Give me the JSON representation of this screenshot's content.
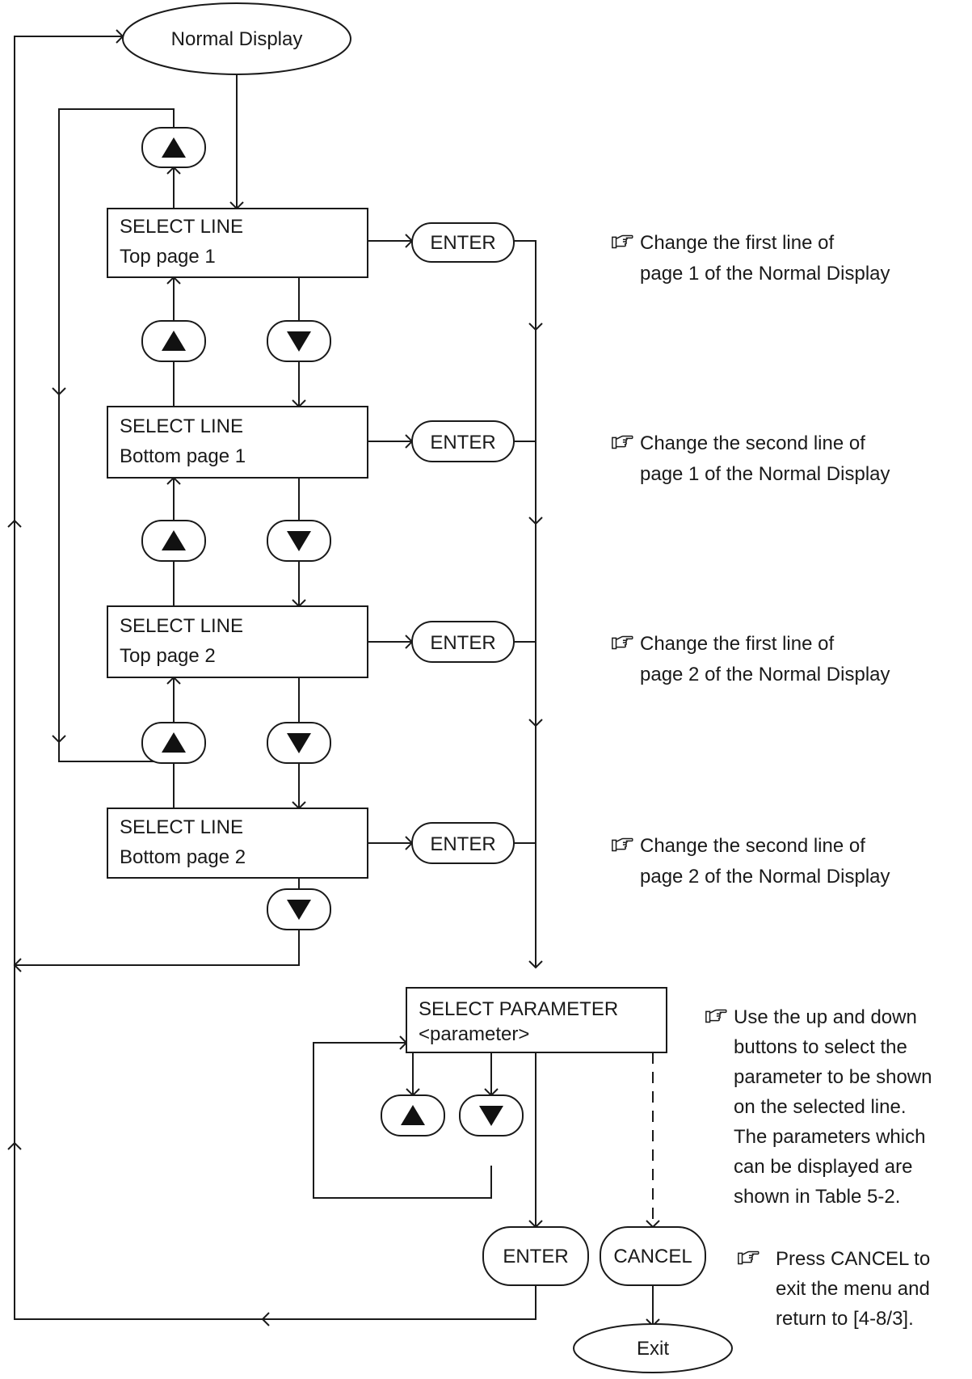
{
  "start": {
    "label": "Normal Display"
  },
  "select_line_boxes": [
    {
      "title": "SELECT LINE",
      "sub": "Top page 1"
    },
    {
      "title": "SELECT LINE",
      "sub": "Bottom page 1"
    },
    {
      "title": "SELECT LINE",
      "sub": "Top page 2"
    },
    {
      "title": "SELECT LINE",
      "sub": "Bottom page 2"
    }
  ],
  "enter_label": "ENTER",
  "cancel_label": "CANCEL",
  "exit_label": "Exit",
  "param_box": {
    "title": "SELECT PARAMETER",
    "sub": "<parameter>"
  },
  "notes": [
    {
      "lines": [
        "Change the first line of",
        "page 1 of the Normal Display"
      ]
    },
    {
      "lines": [
        "Change the second line of",
        "page 1 of the Normal Display"
      ]
    },
    {
      "lines": [
        "Change the first line of",
        "page 2 of the Normal Display"
      ]
    },
    {
      "lines": [
        "Change the second line of",
        "page 2 of the Normal Display"
      ]
    },
    {
      "lines": [
        "Use the up and down",
        "buttons to select the",
        "parameter to be shown",
        "on the selected line.",
        "The parameters which",
        "can be displayed are",
        "shown in Table 5-2."
      ]
    },
    {
      "lines": [
        "Press CANCEL to",
        "exit the menu and",
        "return to [4-8/3]."
      ]
    }
  ]
}
